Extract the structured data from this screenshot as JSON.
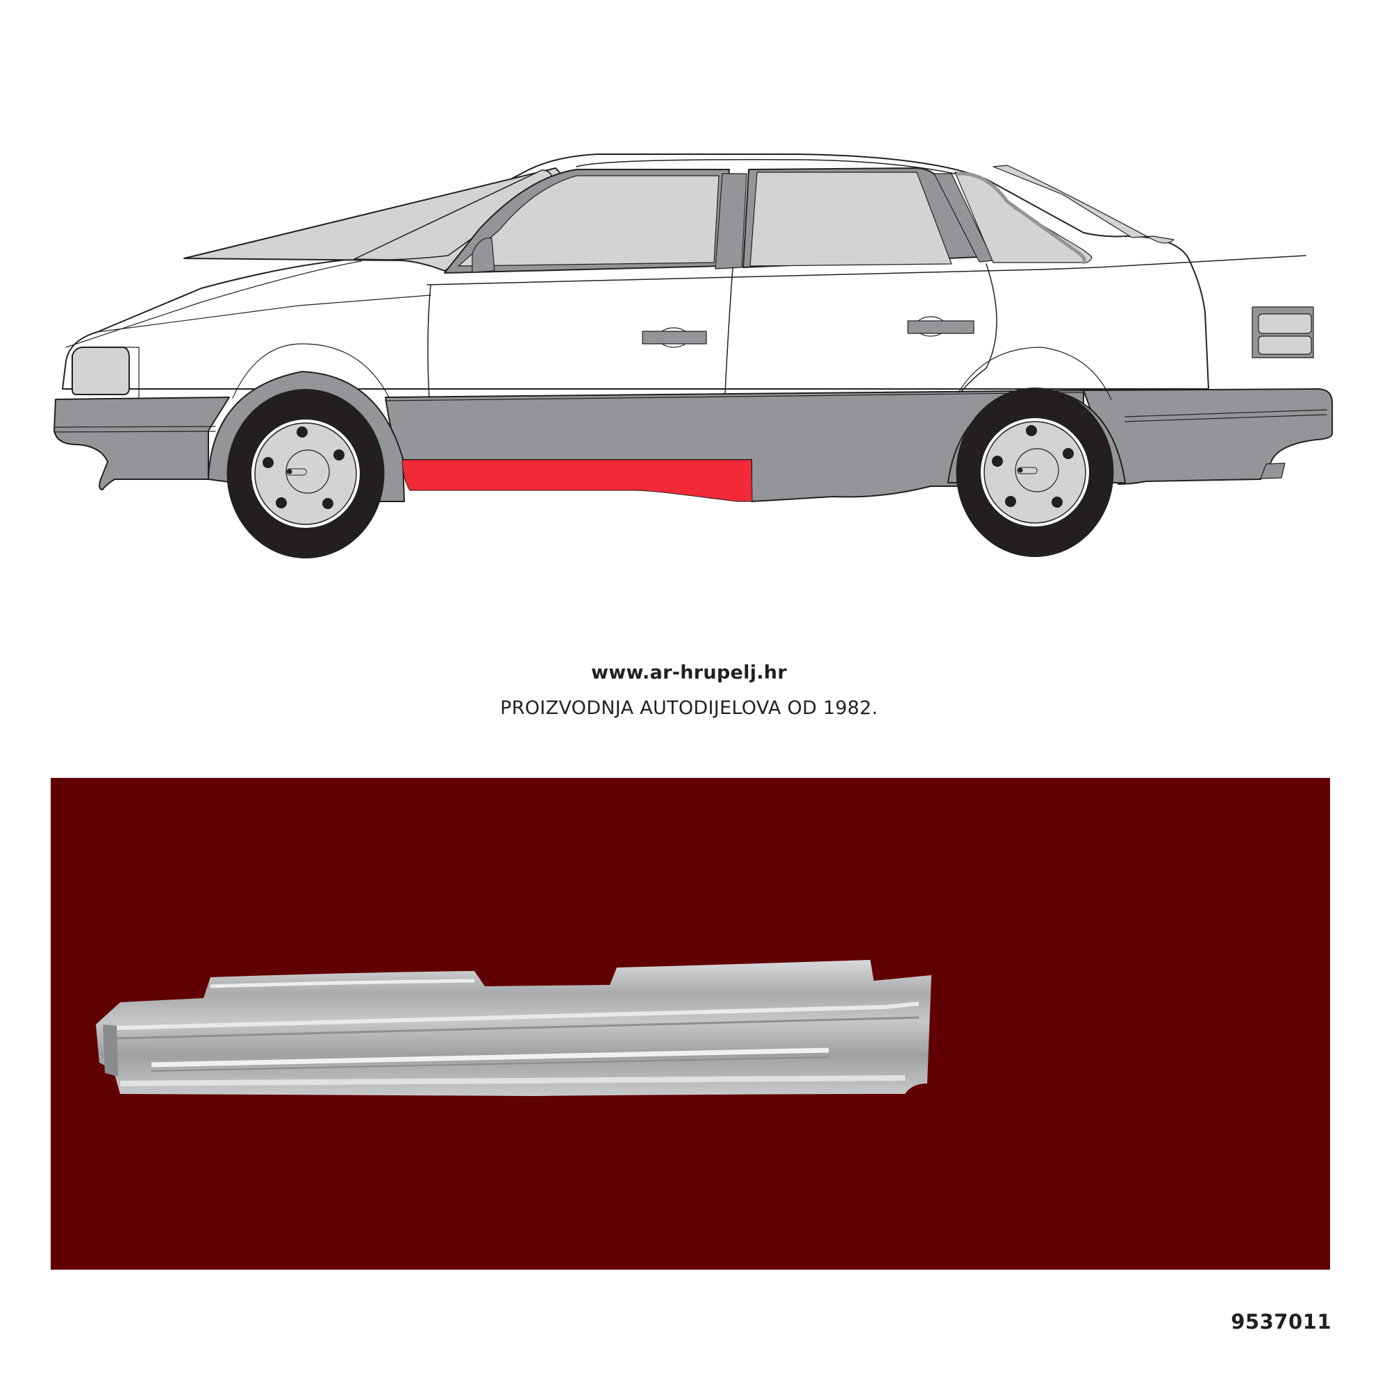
{
  "illustration": {
    "subject": "sedan-side-view-left",
    "highlighted_part": "left-sill-rocker-panel",
    "colors": {
      "body": "#ffffff",
      "outline": "#231f20",
      "glass": "#d1d3d4",
      "trim_gray": "#939598",
      "highlight_red": "#f22936",
      "tire": "#231f20",
      "hubcap": "#d1d3d4"
    }
  },
  "footer_text": {
    "website": "www.ar-hrupelj.hr",
    "tagline": "PROIZVODNJA AUTODIJELOVA OD 1982."
  },
  "product_photo": {
    "subject": "sill-panel-metal-part",
    "background_color": "#600002",
    "metal_color": "#b8b9ba"
  },
  "part_number": "9537011"
}
